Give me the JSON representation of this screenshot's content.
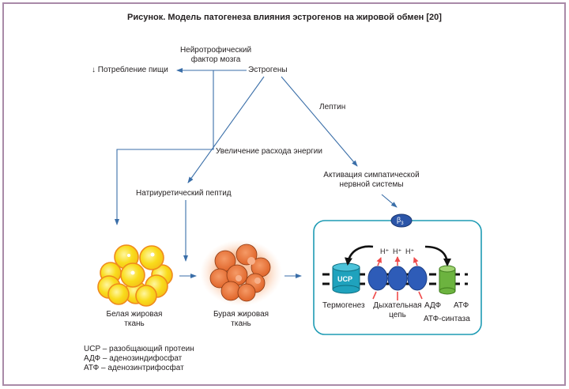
{
  "title": "Рисунок.  Модель патогенеза влияния эстрогенов на жировой обмен [20]",
  "nodes": {
    "estrogens": "Эстрогены",
    "bdnf_line1": "Нейротрофический",
    "bdnf_line2": "фактор мозга",
    "food_intake": "↓ Потребление пищи",
    "leptin": "Лептин",
    "energy_expenditure": "Увеличение расхода энергии",
    "natriuretic_peptide": "Натриуретический пептид",
    "sympathetic_line1": "Активация симпатической",
    "sympathetic_line2": "нервной системы",
    "white_fat_line1": "Белая жировая",
    "white_fat_line2": "ткань",
    "brown_fat_line1": "Бурая жировая",
    "brown_fat_line2": "ткань"
  },
  "cell_panel": {
    "receptor": "β",
    "receptor_sub": "3",
    "protons": [
      "H⁺",
      "H⁺",
      "H⁺"
    ],
    "ucp": "UCP",
    "thermogenesis": "Термогенез",
    "resp_chain_line1": "Дыхательная",
    "resp_chain_line2": "цепь",
    "adp": "АДФ",
    "atp": "АТФ",
    "atp_synthase": "АТФ-синтаза"
  },
  "legend": [
    "UCP – разобщающий протеин",
    "АДФ – аденозиндифосфат",
    "АТФ – аденозинтрифосфат"
  ],
  "colors": {
    "frame": "#a98aa8",
    "arrow": "#3a6ea8",
    "panel_border": "#1e9bb4",
    "receptor": "#2b55a8",
    "ucp": "#1fa2bd",
    "chain": "#2e5cb8",
    "atp_synthase": "#6cb33f",
    "proton_arrow": "#ef4b4b",
    "white_fat": "#f7d21c",
    "brown_fat": "#e8743a"
  }
}
